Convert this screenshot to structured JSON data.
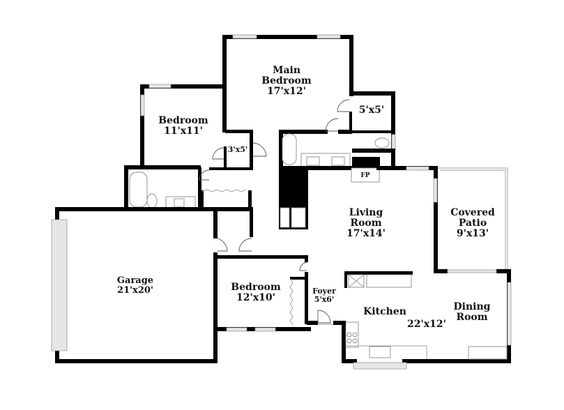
{
  "floorplan": {
    "rooms": [
      {
        "id": "main-bedroom",
        "name_lines": [
          "Main",
          "Bedroom"
        ],
        "size": "17'x12'"
      },
      {
        "id": "main-closet",
        "name_lines": [],
        "size": "5'x5'"
      },
      {
        "id": "bedroom-2",
        "name_lines": [
          "Bedroom"
        ],
        "size": "11'x11'"
      },
      {
        "id": "bedroom-2-closet",
        "name_lines": [],
        "size": "3'x5'"
      },
      {
        "id": "living-room",
        "name_lines": [
          "Living",
          "Room"
        ],
        "size": "17'x14'"
      },
      {
        "id": "covered-patio",
        "name_lines": [
          "Covered",
          "Patio"
        ],
        "size": "9'x13'"
      },
      {
        "id": "garage",
        "name_lines": [
          "Garage"
        ],
        "size": "21'x20'"
      },
      {
        "id": "bedroom-3",
        "name_lines": [
          "Bedroom"
        ],
        "size": "12'x10'"
      },
      {
        "id": "foyer",
        "name_lines": [
          "Foyer"
        ],
        "size": "5'x6'"
      },
      {
        "id": "kitchen",
        "name_lines": [
          "Kitchen"
        ],
        "size": "22'x12'"
      },
      {
        "id": "dining-room",
        "name_lines": [
          "Dining",
          "Room"
        ],
        "size": ""
      }
    ],
    "fixtures": {
      "fireplace": "FP"
    }
  }
}
